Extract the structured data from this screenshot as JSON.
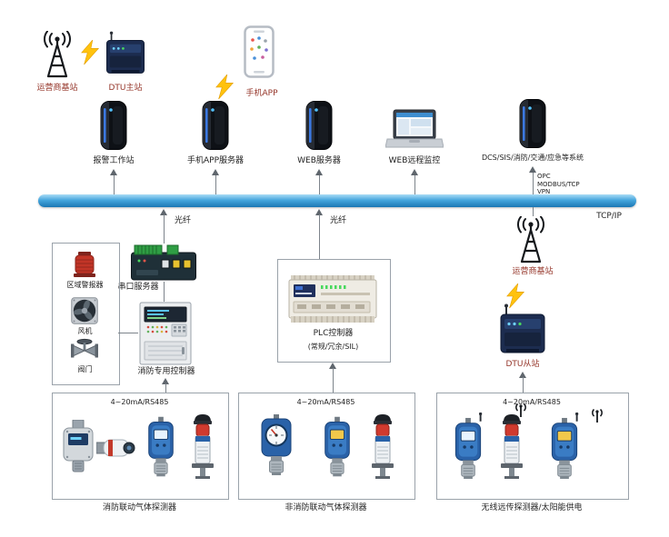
{
  "colors": {
    "bus_top": "#aadcf6",
    "bus_bottom": "#1b77b4",
    "lightning": "#ffc20e",
    "detector_blue": "#2a62a8",
    "alarm_red": "#c23527",
    "label_red": "#943428",
    "line_gray": "#7d848b"
  },
  "top_left": {
    "base_station": "运营商基站",
    "dtu": "DTU主站"
  },
  "phone": {
    "label": "手机APP"
  },
  "servers": [
    {
      "label": "报警工作站"
    },
    {
      "label": "手机APP服务器"
    },
    {
      "label": "WEB服务器"
    },
    {
      "label": "WEB远程监控"
    },
    {
      "label": "DCS/SIS/消防/交通/应急等系统"
    }
  ],
  "bus": {
    "label": "TCP/IP",
    "protocol_1": "OPC",
    "protocol_2": "MODBUS/TCP",
    "protocol_3": "VPN"
  },
  "fiber": {
    "left": "光纤",
    "middle": "光纤"
  },
  "left_panel": {
    "area_alarm": "区域警报器",
    "fan": "风机",
    "valve": "阀门"
  },
  "serial_server": {
    "label": "串口服务器"
  },
  "fire_controller": {
    "label": "消防专用控制器"
  },
  "plc": {
    "label": "PLC控制器",
    "sub_label": "(常规/冗余/SIL)"
  },
  "right_wireless": {
    "base_station": "运营商基站",
    "dtu": "DTU从站"
  },
  "detector_groups": [
    {
      "interface": "4~20mA/RS485",
      "label": "消防联动气体探测器"
    },
    {
      "interface": "4~20mA/RS485",
      "label": "非消防联动气体探测器"
    },
    {
      "interface": "4~20mA/RS485",
      "label": "无线远传探测器/太阳能供电"
    }
  ]
}
